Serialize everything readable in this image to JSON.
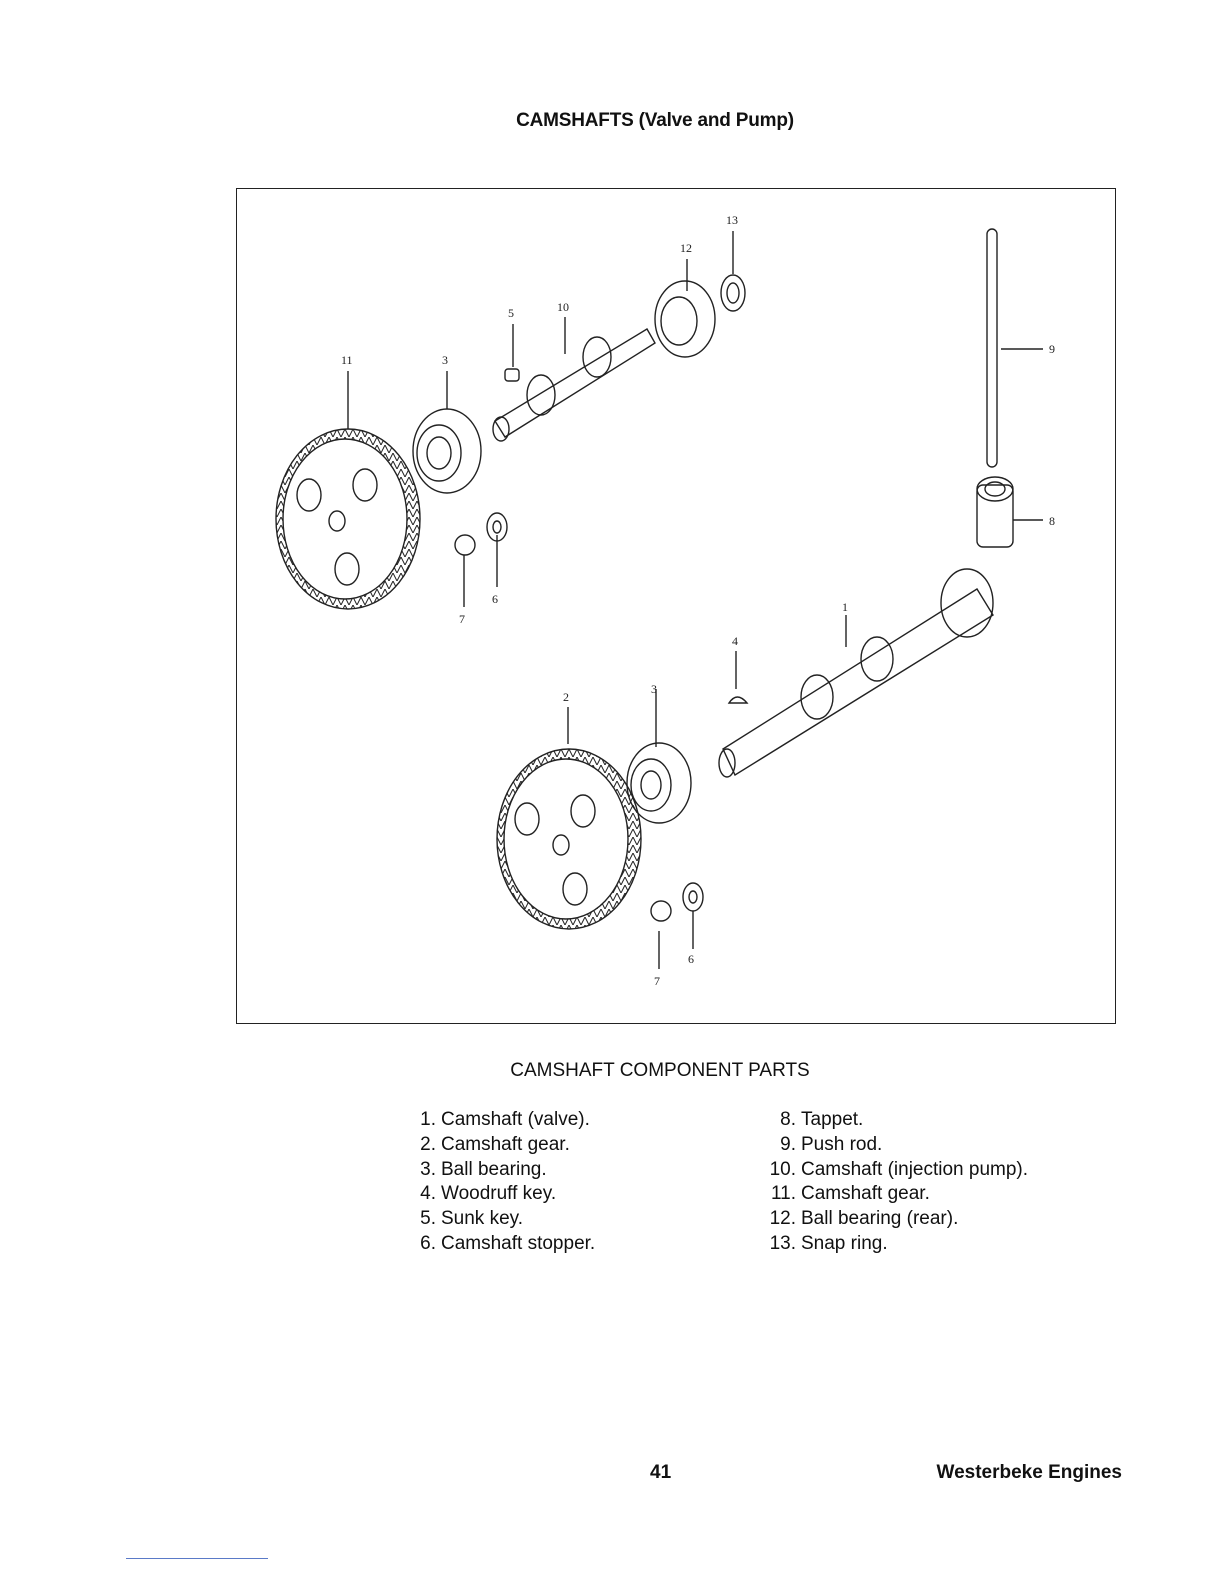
{
  "page": {
    "title": "CAMSHAFTS (Valve and Pump)",
    "caption": "CAMSHAFT COMPONENT PARTS",
    "page_number": "41",
    "brand": "Westerbeke Engines"
  },
  "figure": {
    "callouts": {
      "c11": "11",
      "c3a": "3",
      "c5": "5",
      "c10": "10",
      "c12": "12",
      "c13": "13",
      "c9": "9",
      "c8": "8",
      "c6a": "6",
      "c7a": "7",
      "c1": "1",
      "c4": "4",
      "c2": "2",
      "c3b": "3",
      "c6b": "6",
      "c7b": "7"
    }
  },
  "parts_left": [
    {
      "num": "1.",
      "label": "Camshaft (valve)."
    },
    {
      "num": "2.",
      "label": "Camshaft gear."
    },
    {
      "num": "3.",
      "label": "Ball bearing."
    },
    {
      "num": "4.",
      "label": "Woodruff key."
    },
    {
      "num": "5.",
      "label": "Sunk key."
    },
    {
      "num": "6.",
      "label": "Camshaft stopper."
    }
  ],
  "parts_right": [
    {
      "num": "8.",
      "label": "Tappet."
    },
    {
      "num": "9.",
      "label": "Push rod."
    },
    {
      "num": "10.",
      "label": "Camshaft (injection pump)."
    },
    {
      "num": "11.",
      "label": "Camshaft gear."
    },
    {
      "num": "12.",
      "label": "Ball bearing (rear)."
    },
    {
      "num": "13.",
      "label": "Snap ring."
    }
  ]
}
